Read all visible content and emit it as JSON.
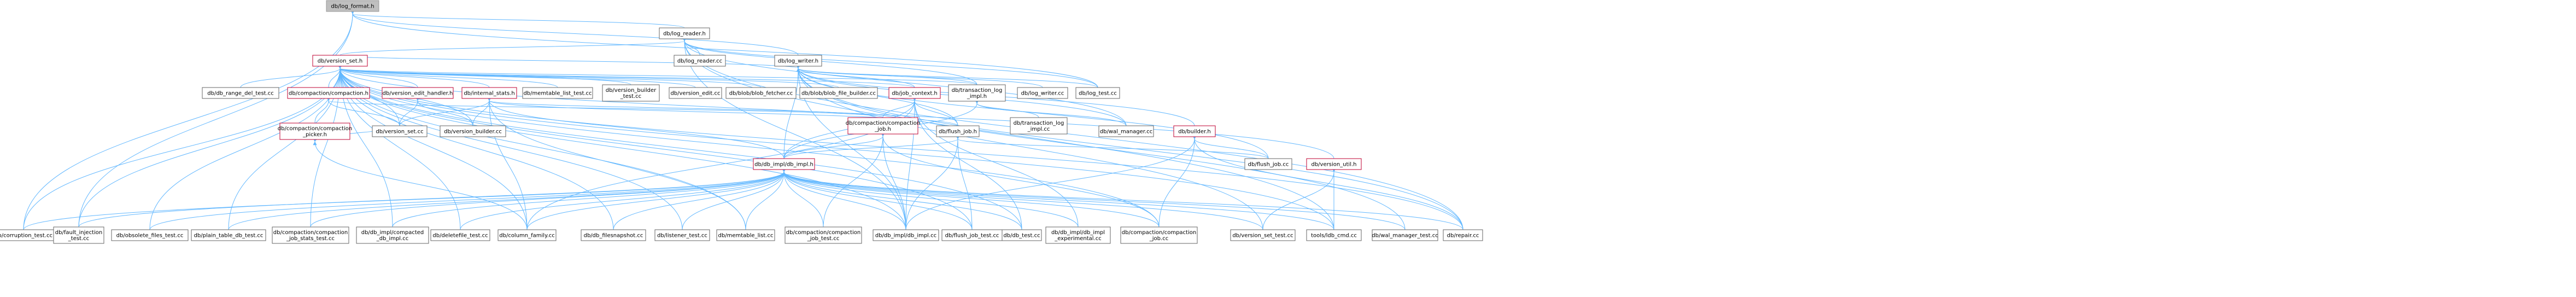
{
  "colors": {
    "edge": "#63b8ff",
    "redBorder": "#bf0031",
    "plainBorder": "#666666",
    "rootFill": "#bfbfbf"
  },
  "nodes": [
    {
      "id": "log_format",
      "label": [
        "db/log_format.h"
      ],
      "style": "gray"
    },
    {
      "id": "log_reader",
      "label": [
        "db/log_reader.h"
      ],
      "style": "plain"
    },
    {
      "id": "version_set_h",
      "label": [
        "db/version_set.h"
      ],
      "style": "red"
    },
    {
      "id": "log_reader_cc",
      "label": [
        "db/log_reader.cc"
      ],
      "style": "plain"
    },
    {
      "id": "log_writer",
      "label": [
        "db/log_writer.h"
      ],
      "style": "plain"
    },
    {
      "id": "db_range_del",
      "label": [
        "db/db_range_del_test.cc"
      ],
      "style": "plain"
    },
    {
      "id": "compaction_h",
      "label": [
        "db/compaction/compaction.h"
      ],
      "style": "red"
    },
    {
      "id": "version_edit_handler",
      "label": [
        "db/version_edit_handler.h"
      ],
      "style": "red"
    },
    {
      "id": "internal_stats",
      "label": [
        "db/internal_stats.h"
      ],
      "style": "red"
    },
    {
      "id": "memtable_list_test",
      "label": [
        "db/memtable_list_test.cc"
      ],
      "style": "plain"
    },
    {
      "id": "version_builder_test",
      "label": [
        "db/version_builder",
        "_test.cc"
      ],
      "style": "plain"
    },
    {
      "id": "version_edit_cc",
      "label": [
        "db/version_edit.cc"
      ],
      "style": "plain"
    },
    {
      "id": "blob_fetcher",
      "label": [
        "db/blob/blob_fetcher.cc"
      ],
      "style": "plain"
    },
    {
      "id": "blob_file_builder",
      "label": [
        "db/blob/blob_file_builder.cc"
      ],
      "style": "plain"
    },
    {
      "id": "job_context",
      "label": [
        "db/job_context.h"
      ],
      "style": "red"
    },
    {
      "id": "transaction_log_impl_h",
      "label": [
        "db/transaction_log",
        "_impl.h"
      ],
      "style": "plain"
    },
    {
      "id": "log_writer_cc",
      "label": [
        "db/log_writer.cc"
      ],
      "style": "plain"
    },
    {
      "id": "log_test",
      "label": [
        "db/log_test.cc"
      ],
      "style": "plain"
    },
    {
      "id": "compaction_picker",
      "label": [
        "db/compaction/compaction",
        "_picker.h"
      ],
      "style": "red"
    },
    {
      "id": "version_set_cc",
      "label": [
        "db/version_set.cc"
      ],
      "style": "plain"
    },
    {
      "id": "version_builder_cc",
      "label": [
        "db/version_builder.cc"
      ],
      "style": "plain"
    },
    {
      "id": "compaction_job_h",
      "label": [
        "db/compaction/compaction",
        "_job.h"
      ],
      "style": "red"
    },
    {
      "id": "flush_job_h",
      "label": [
        "db/flush_job.h"
      ],
      "style": "plain"
    },
    {
      "id": "transaction_log_impl_cc",
      "label": [
        "db/transaction_log",
        "_impl.cc"
      ],
      "style": "plain"
    },
    {
      "id": "wal_manager_cc",
      "label": [
        "db/wal_manager.cc"
      ],
      "style": "plain"
    },
    {
      "id": "builder_h",
      "label": [
        "db/builder.h"
      ],
      "style": "red"
    },
    {
      "id": "db_impl_h",
      "label": [
        "db/db_impl/db_impl.h"
      ],
      "style": "red"
    },
    {
      "id": "flush_job_cc",
      "label": [
        "db/flush_job.cc"
      ],
      "style": "plain"
    },
    {
      "id": "version_util",
      "label": [
        "db/version_util.h"
      ],
      "style": "red"
    },
    {
      "id": "corruption_test",
      "label": [
        "db/corruption_test.cc"
      ],
      "style": "plain"
    },
    {
      "id": "fault_injection",
      "label": [
        "db/fault_injection",
        "_test.cc"
      ],
      "style": "plain"
    },
    {
      "id": "obsolete_files",
      "label": [
        "db/obsolete_files_test.cc"
      ],
      "style": "plain"
    },
    {
      "id": "plain_table",
      "label": [
        "db/plain_table_db_test.cc"
      ],
      "style": "plain"
    },
    {
      "id": "compaction_job_stats",
      "label": [
        "db/compaction/compaction",
        "_job_stats_test.cc"
      ],
      "style": "plain"
    },
    {
      "id": "db_impl_compacted",
      "label": [
        "db/db_impl/compacted",
        "_db_impl.cc"
      ],
      "style": "plain"
    },
    {
      "id": "deletefile",
      "label": [
        "db/deletefile_test.cc"
      ],
      "style": "plain"
    },
    {
      "id": "column_family",
      "label": [
        "db/column_family.cc"
      ],
      "style": "plain"
    },
    {
      "id": "db_filesnapshot",
      "label": [
        "db/db_filesnapshot.cc"
      ],
      "style": "plain"
    },
    {
      "id": "listener_test",
      "label": [
        "db/listener_test.cc"
      ],
      "style": "plain"
    },
    {
      "id": "memtable_list_cc",
      "label": [
        "db/memtable_list.cc"
      ],
      "style": "plain"
    },
    {
      "id": "compaction_job_test",
      "label": [
        "db/compaction/compaction",
        "_job_test.cc"
      ],
      "style": "plain"
    },
    {
      "id": "db_impl_cc",
      "label": [
        "db/db_impl/db_impl.cc"
      ],
      "style": "plain"
    },
    {
      "id": "flush_job_test",
      "label": [
        "db/flush_job_test.cc"
      ],
      "style": "plain"
    },
    {
      "id": "db_test",
      "label": [
        "db/db_test.cc"
      ],
      "style": "plain"
    },
    {
      "id": "db_impl_experimental",
      "label": [
        "db/db_impl/db_impl",
        "_experimental.cc"
      ],
      "style": "plain"
    },
    {
      "id": "compaction_job_cc",
      "label": [
        "db/compaction/compaction",
        "_job.cc"
      ],
      "style": "plain"
    },
    {
      "id": "version_set_test",
      "label": [
        "db/version_set_test.cc"
      ],
      "style": "plain"
    },
    {
      "id": "ldb_cmd",
      "label": [
        "tools/ldb_cmd.cc"
      ],
      "style": "plain"
    },
    {
      "id": "wal_manager_test",
      "label": [
        "db/wal_manager_test.cc"
      ],
      "style": "plain"
    },
    {
      "id": "repair",
      "label": [
        "db/repair.cc"
      ],
      "style": "plain"
    }
  ],
  "edges": [
    [
      "log_format",
      "log_reader"
    ],
    [
      "log_format",
      "log_writer"
    ],
    [
      "log_format",
      "corruption_test"
    ],
    [
      "log_format",
      "fault_injection"
    ],
    [
      "log_format",
      "log_test"
    ],
    [
      "log_reader",
      "log_reader_cc"
    ],
    [
      "log_reader",
      "version_set_h"
    ],
    [
      "log_reader",
      "transaction_log_impl_h"
    ],
    [
      "log_reader",
      "log_test"
    ],
    [
      "log_reader",
      "wal_manager_cc"
    ],
    [
      "log_reader",
      "db_impl_cc"
    ],
    [
      "log_reader",
      "repair"
    ],
    [
      "log_reader",
      "ldb_cmd"
    ],
    [
      "log_writer",
      "log_writer_cc"
    ],
    [
      "log_writer",
      "log_test"
    ],
    [
      "log_writer",
      "version_set_h"
    ],
    [
      "log_writer",
      "job_context"
    ],
    [
      "log_writer",
      "flush_job_h"
    ],
    [
      "log_writer",
      "db_impl_h"
    ],
    [
      "log_writer",
      "transaction_log_impl_h"
    ],
    [
      "log_writer",
      "wal_manager_cc"
    ],
    [
      "log_writer",
      "builder_h"
    ],
    [
      "log_writer",
      "db_impl_cc"
    ],
    [
      "log_writer",
      "flush_job_cc"
    ],
    [
      "log_writer",
      "version_set_test"
    ],
    [
      "log_writer",
      "wal_manager_test"
    ],
    [
      "log_writer",
      "repair"
    ],
    [
      "version_set_h",
      "db_range_del"
    ],
    [
      "version_set_h",
      "compaction_h"
    ],
    [
      "version_set_h",
      "version_edit_handler"
    ],
    [
      "version_set_h",
      "internal_stats"
    ],
    [
      "version_set_h",
      "memtable_list_test"
    ],
    [
      "version_set_h",
      "version_builder_test"
    ],
    [
      "version_set_h",
      "version_edit_cc"
    ],
    [
      "version_set_h",
      "blob_fetcher"
    ],
    [
      "version_set_h",
      "blob_file_builder"
    ],
    [
      "version_set_h",
      "job_context"
    ],
    [
      "version_set_h",
      "transaction_log_impl_h"
    ],
    [
      "version_set_h",
      "version_set_cc"
    ],
    [
      "version_set_h",
      "version_builder_cc"
    ],
    [
      "version_set_h",
      "corruption_test"
    ],
    [
      "version_set_h",
      "fault_injection"
    ],
    [
      "version_set_h",
      "obsolete_files"
    ],
    [
      "version_set_h",
      "plain_table"
    ],
    [
      "version_set_h",
      "compaction_job_stats"
    ],
    [
      "version_set_h",
      "db_impl_compacted"
    ],
    [
      "version_set_h",
      "deletefile"
    ],
    [
      "version_set_h",
      "column_family"
    ],
    [
      "version_set_h",
      "db_filesnapshot"
    ],
    [
      "version_set_h",
      "listener_test"
    ],
    [
      "version_set_h",
      "memtable_list_cc"
    ],
    [
      "version_set_h",
      "db_impl_cc"
    ],
    [
      "version_set_h",
      "flush_job_test"
    ],
    [
      "version_set_h",
      "db_test"
    ],
    [
      "version_set_h",
      "compaction_job_cc"
    ],
    [
      "version_set_h",
      "version_util"
    ],
    [
      "version_set_h",
      "repair"
    ],
    [
      "version_set_h",
      "ldb_cmd"
    ],
    [
      "compaction_h",
      "compaction_picker"
    ],
    [
      "compaction_h",
      "version_set_cc"
    ],
    [
      "compaction_h",
      "compaction_job_h"
    ],
    [
      "compaction_picker",
      "column_family"
    ],
    [
      "compaction_picker",
      "version_set_cc"
    ],
    [
      "version_edit_handler",
      "version_set_cc"
    ],
    [
      "version_edit_handler",
      "version_builder_cc"
    ],
    [
      "internal_stats",
      "compaction_job_h"
    ],
    [
      "internal_stats",
      "flush_job_h"
    ],
    [
      "internal_stats",
      "db_impl_h"
    ],
    [
      "internal_stats",
      "version_builder_cc"
    ],
    [
      "internal_stats",
      "version_set_cc"
    ],
    [
      "internal_stats",
      "column_family"
    ],
    [
      "internal_stats",
      "memtable_list_cc"
    ],
    [
      "job_context",
      "compaction_job_h"
    ],
    [
      "job_context",
      "flush_job_h"
    ],
    [
      "job_context",
      "db_impl_h"
    ],
    [
      "job_context",
      "db_impl_cc"
    ],
    [
      "job_context",
      "db_test"
    ],
    [
      "job_context",
      "db_impl_experimental"
    ],
    [
      "job_context",
      "column_family"
    ],
    [
      "transaction_log_impl_h",
      "transaction_log_impl_cc"
    ],
    [
      "transaction_log_impl_h",
      "wal_manager_cc"
    ],
    [
      "transaction_log_impl_h",
      "db_impl_h"
    ],
    [
      "compaction_job_h",
      "db_impl_h"
    ],
    [
      "compaction_job_h",
      "compaction_job_cc"
    ],
    [
      "compaction_job_h",
      "compaction_job_test"
    ],
    [
      "compaction_job_h",
      "db_impl_cc"
    ],
    [
      "flush_job_h",
      "db_impl_h"
    ],
    [
      "flush_job_h",
      "flush_job_cc"
    ],
    [
      "flush_job_h",
      "flush_job_test"
    ],
    [
      "flush_job_h",
      "db_impl_cc"
    ],
    [
      "builder_h",
      "flush_job_cc"
    ],
    [
      "builder_h",
      "db_impl_cc"
    ],
    [
      "builder_h",
      "compaction_job_cc"
    ],
    [
      "builder_h",
      "repair"
    ],
    [
      "version_util",
      "version_set_test"
    ],
    [
      "version_util",
      "ldb_cmd"
    ],
    [
      "db_impl_h",
      "corruption_test"
    ],
    [
      "db_impl_h",
      "fault_injection"
    ],
    [
      "db_impl_h",
      "obsolete_files"
    ],
    [
      "db_impl_h",
      "plain_table"
    ],
    [
      "db_impl_h",
      "compaction_job_stats"
    ],
    [
      "db_impl_h",
      "db_impl_compacted"
    ],
    [
      "db_impl_h",
      "deletefile"
    ],
    [
      "db_impl_h",
      "column_family"
    ],
    [
      "db_impl_h",
      "db_filesnapshot"
    ],
    [
      "db_impl_h",
      "listener_test"
    ],
    [
      "db_impl_h",
      "memtable_list_cc"
    ],
    [
      "db_impl_h",
      "compaction_job_test"
    ],
    [
      "db_impl_h",
      "db_impl_cc"
    ],
    [
      "db_impl_h",
      "flush_job_test"
    ],
    [
      "db_impl_h",
      "db_test"
    ],
    [
      "db_impl_h",
      "db_impl_experimental"
    ],
    [
      "db_impl_h",
      "compaction_job_cc"
    ],
    [
      "db_impl_h",
      "version_set_test"
    ],
    [
      "db_impl_h",
      "ldb_cmd"
    ],
    [
      "db_impl_h",
      "wal_manager_test"
    ],
    [
      "db_impl_h",
      "repair"
    ]
  ]
}
